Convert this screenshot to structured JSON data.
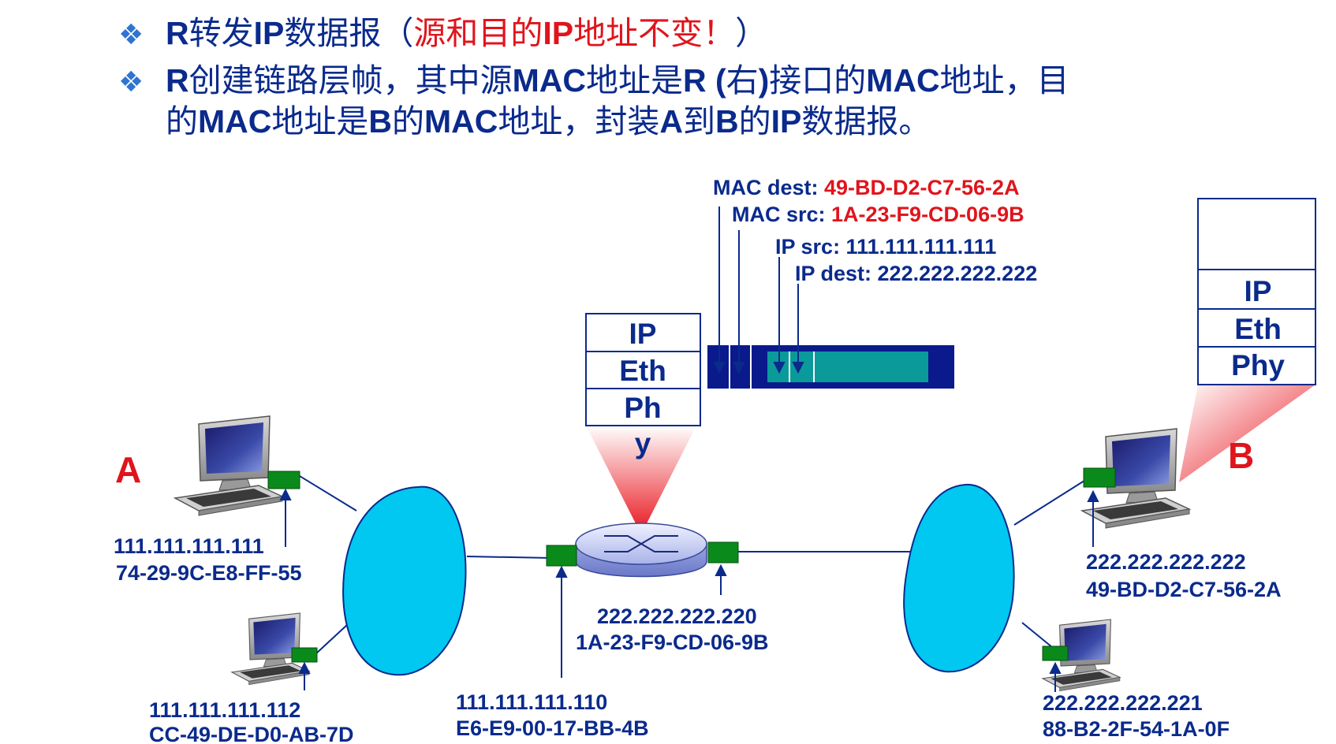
{
  "bullets": [
    {
      "mark": "❖",
      "parts": [
        {
          "text": "R",
          "bold": true,
          "red": false
        },
        {
          "text": "转发",
          "bold": false,
          "red": false
        },
        {
          "text": "IP",
          "bold": true,
          "red": false
        },
        {
          "text": "数据报（",
          "bold": false,
          "red": false
        },
        {
          "text": "源和目的",
          "bold": false,
          "red": true
        },
        {
          "text": "IP",
          "bold": true,
          "red": true
        },
        {
          "text": "地址不变！",
          "bold": false,
          "red": true
        },
        {
          "text": "）",
          "bold": false,
          "red": false
        }
      ]
    },
    {
      "mark": "❖",
      "parts": [
        {
          "text": "R",
          "bold": true,
          "red": false
        },
        {
          "text": "创建链路层帧，其中源",
          "bold": false,
          "red": false
        },
        {
          "text": "MAC",
          "bold": true,
          "red": false
        },
        {
          "text": "地址是",
          "bold": false,
          "red": false
        },
        {
          "text": "R (",
          "bold": true,
          "red": false
        },
        {
          "text": "右",
          "bold": false,
          "red": false
        },
        {
          "text": ")",
          "bold": true,
          "red": false
        },
        {
          "text": "接口的",
          "bold": false,
          "red": false
        },
        {
          "text": "MAC",
          "bold": true,
          "red": false
        },
        {
          "text": "地址，目",
          "bold": false,
          "red": false
        }
      ],
      "continuation": [
        {
          "text": "的",
          "bold": false,
          "red": false
        },
        {
          "text": "MAC",
          "bold": true,
          "red": false
        },
        {
          "text": "地址是",
          "bold": false,
          "red": false
        },
        {
          "text": "B",
          "bold": true,
          "red": false
        },
        {
          "text": "的",
          "bold": false,
          "red": false
        },
        {
          "text": "MAC",
          "bold": true,
          "red": false
        },
        {
          "text": "地址，封装",
          "bold": false,
          "red": false
        },
        {
          "text": "A",
          "bold": true,
          "red": false
        },
        {
          "text": "到",
          "bold": false,
          "red": false
        },
        {
          "text": "B",
          "bold": true,
          "red": false
        },
        {
          "text": "的",
          "bold": false,
          "red": false
        },
        {
          "text": "IP",
          "bold": true,
          "red": false
        },
        {
          "text": "数据报。",
          "bold": false,
          "red": false
        }
      ]
    }
  ],
  "frame": {
    "mac_dest_label": "MAC dest: ",
    "mac_dest_value": "49-BD-D2-C7-56-2A",
    "mac_src_label": "MAC src: ",
    "mac_src_value": "1A-23-F9-CD-06-9B",
    "ip_src": "IP src: 111.111.111.111",
    "ip_dest": "IP dest: 222.222.222.222"
  },
  "router_stack": [
    "IP",
    "Eth",
    "Ph",
    "y"
  ],
  "host_b_stack": [
    "IP",
    "Eth",
    "Phy"
  ],
  "hosts": {
    "a": {
      "letter": "A",
      "ip": "111.111.111.111",
      "mac": "74-29-9C-E8-FF-55"
    },
    "a2": {
      "ip": "111.111.111.112",
      "mac": "CC-49-DE-D0-AB-7D"
    },
    "b": {
      "letter": "B",
      "ip": "222.222.222.222",
      "mac": "49-BD-D2-C7-56-2A"
    },
    "b2": {
      "ip": "222.222.222.221",
      "mac": "88-B2-2F-54-1A-0F"
    }
  },
  "router": {
    "left": {
      "ip": "111.111.111.110",
      "mac": "E6-E9-00-17-BB-4B"
    },
    "right": {
      "ip": "222.222.222.220",
      "mac": "1A-23-F9-CD-06-9B"
    }
  },
  "colors": {
    "text_blue": "#0a2a8c",
    "red": "#e0141c",
    "frame_navy": "#0a1a8c",
    "frame_teal": "#0a9a9a",
    "subnet_cyan": "#00c8f0",
    "nic_green": "#0a8a1a"
  }
}
